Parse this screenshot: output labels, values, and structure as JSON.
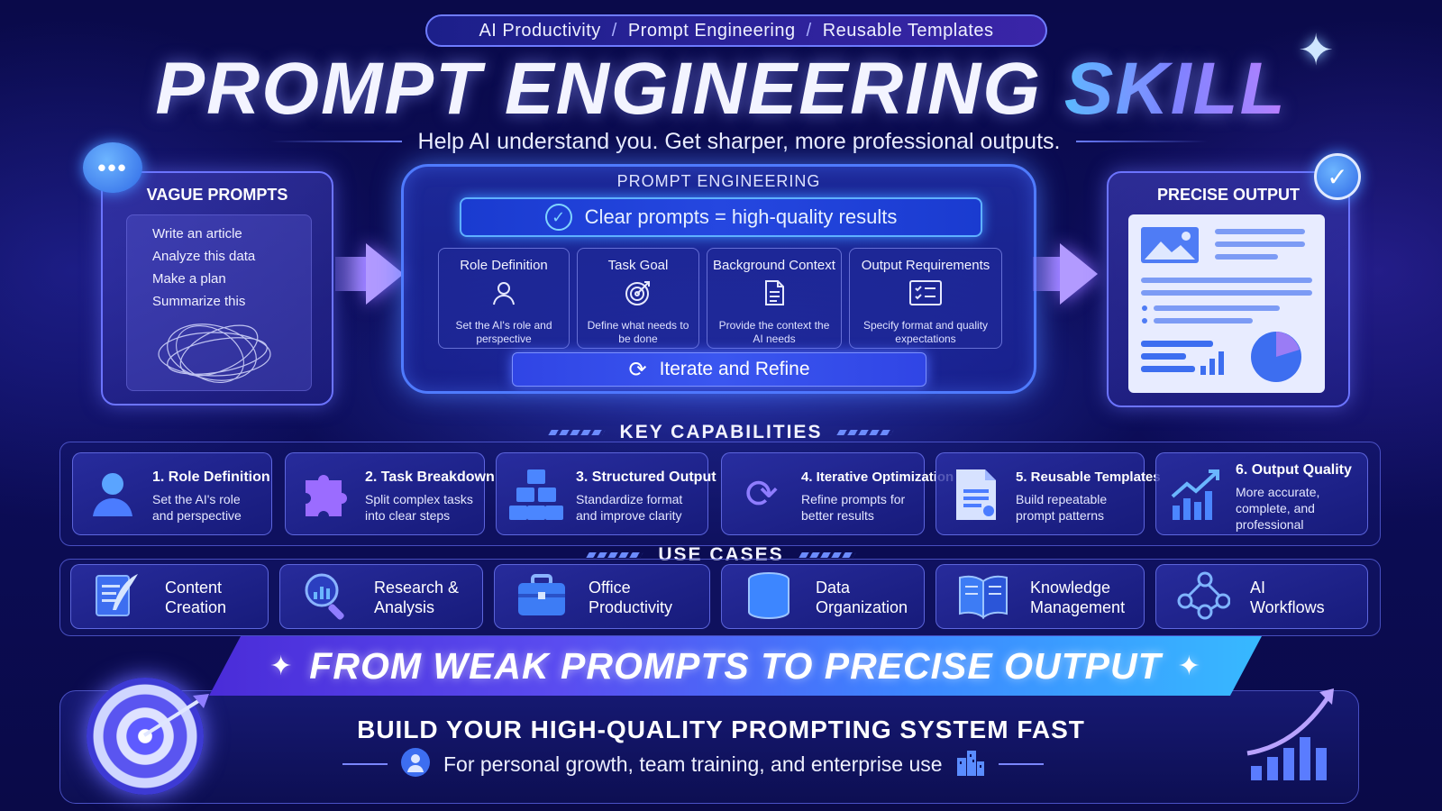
{
  "top_pill": {
    "items": [
      "AI Productivity",
      "Prompt Engineering",
      "Reusable Templates"
    ],
    "separator": "/"
  },
  "title": {
    "main": "PROMPT ENGINEERING",
    "accent": "SKILL"
  },
  "subtitle": "Help AI understand you. Get sharper, more professional outputs.",
  "vague": {
    "title": "VAGUE PROMPTS",
    "items": [
      "Write an article",
      "Analyze this data",
      "Make a plan",
      "Summarize this"
    ],
    "bubble": "•••"
  },
  "center": {
    "heading": "PROMPT ENGINEERING",
    "tagline": "Clear prompts = high-quality results",
    "steps": [
      {
        "title": "Role Definition",
        "desc": "Set the AI's role and perspective",
        "icon": "person-icon"
      },
      {
        "title": "Task Goal",
        "desc": "Define what needs to be done",
        "icon": "target-icon"
      },
      {
        "title": "Background Context",
        "desc": "Provide the context the AI needs",
        "icon": "document-icon"
      },
      {
        "title": "Output Requirements",
        "desc": "Specify format and quality expectations",
        "icon": "checklist-icon"
      }
    ],
    "iterate": "Iterate and Refine"
  },
  "output": {
    "title": "PRECISE OUTPUT"
  },
  "key_capabilities": {
    "heading": "KEY CAPABILITIES",
    "items": [
      {
        "title": "1. Role Definition",
        "desc": "Set the AI's role and perspective",
        "icon": "user-icon"
      },
      {
        "title": "2. Task Breakdown",
        "desc": "Split complex tasks into clear steps",
        "icon": "puzzle-icon"
      },
      {
        "title": "3. Structured Output",
        "desc": "Standardize format and improve clarity",
        "icon": "blocks-icon"
      },
      {
        "title": "4. Iterative Optimization",
        "desc": "Refine prompts for better results",
        "icon": "refresh-icon"
      },
      {
        "title": "5. Reusable Templates",
        "desc": "Build repeatable prompt patterns",
        "icon": "template-icon"
      },
      {
        "title": "6. Output Quality",
        "desc": "More accurate, complete, and professional",
        "icon": "chart-up-icon"
      }
    ]
  },
  "use_cases": {
    "heading": "USE CASES",
    "items": [
      {
        "label": "Content Creation",
        "icon": "quill-icon"
      },
      {
        "label": "Research & Analysis",
        "icon": "magnifier-icon"
      },
      {
        "label": "Office Productivity",
        "icon": "briefcase-icon"
      },
      {
        "label": "Data Organization",
        "icon": "database-icon"
      },
      {
        "label": "Knowledge Management",
        "icon": "book-icon"
      },
      {
        "label": "AI Workflows",
        "icon": "workflow-icon"
      }
    ]
  },
  "banner": "FROM WEAK PROMPTS TO PRECISE OUTPUT",
  "bottom": {
    "title": "BUILD YOUR HIGH-QUALITY PROMPTING SYSTEM FAST",
    "subtitle": "For personal growth, team training, and enterprise use"
  },
  "colors": {
    "accent_blue": "#3d8dff",
    "accent_purple": "#8c6dff",
    "background": "#0a0a4a"
  }
}
